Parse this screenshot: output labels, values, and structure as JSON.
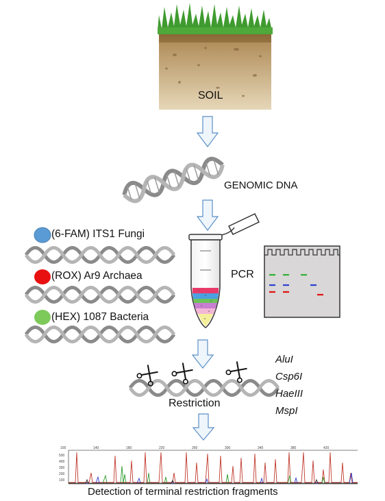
{
  "labels": {
    "soil": "SOIL",
    "genomic_dna": "GENOMIC DNA",
    "pcr": "PCR",
    "restriction": "Restriction",
    "detection": "Detection of terminal restriction fragments"
  },
  "primers": [
    {
      "dye": "(6-FAM)",
      "name": "ITS1 Fungi",
      "color": "#5b9bd5"
    },
    {
      "dye": "(ROX)",
      "name": "Ar9 Archaea",
      "color": "#e81010"
    },
    {
      "dye": "(HEX)",
      "name": "1087 Bacteria",
      "color": "#7dc95a"
    }
  ],
  "enzymes": [
    "AluI",
    "Csp6I",
    "HaeIII",
    "MspI"
  ],
  "electropherogram": {
    "x_ticks": [
      "100",
      "140",
      "180",
      "220",
      "260",
      "300",
      "340",
      "380",
      "420"
    ],
    "y_ticks": [
      "500",
      "400",
      "300",
      "200",
      "100"
    ]
  },
  "colors": {
    "arrow_fill": "#eef5fb",
    "arrow_stroke": "#5b8fc7",
    "dna": "#8a8a8a",
    "grass": "#3f9b2f",
    "soil": "#b08d5a",
    "gel": "#d9d7d7"
  }
}
